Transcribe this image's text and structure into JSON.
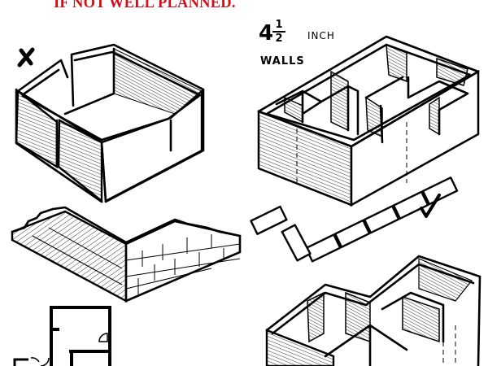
{
  "heading": {
    "text": "IF NOT WELL PLANNED.",
    "color": "#d0111b"
  },
  "annotations": {
    "wall_thickness_whole": "4",
    "wall_thickness_numerator": "1",
    "wall_thickness_denominator": "2",
    "wall_thickness_unit": "INCH",
    "walls_label": "WALLS"
  },
  "marks": {
    "wrong": "✗",
    "right": "✓"
  },
  "figures": [
    {
      "id": "unbraced-box",
      "description": "Open box of straight walls with cracked corners",
      "mark": "wrong"
    },
    {
      "id": "braced-rooms",
      "description": "4½ inch walls divided into braced rooms",
      "mark": "none"
    },
    {
      "id": "brick-corner",
      "description": "Stepped brick corner bond"
    },
    {
      "id": "brick-layout",
      "description": "Brick layout with cross wall bond",
      "mark": "right"
    },
    {
      "id": "floor-plan",
      "description": "Floor plan with doors"
    },
    {
      "id": "braced-rooms-2",
      "description": "Isometric rooms with cross walls"
    }
  ]
}
